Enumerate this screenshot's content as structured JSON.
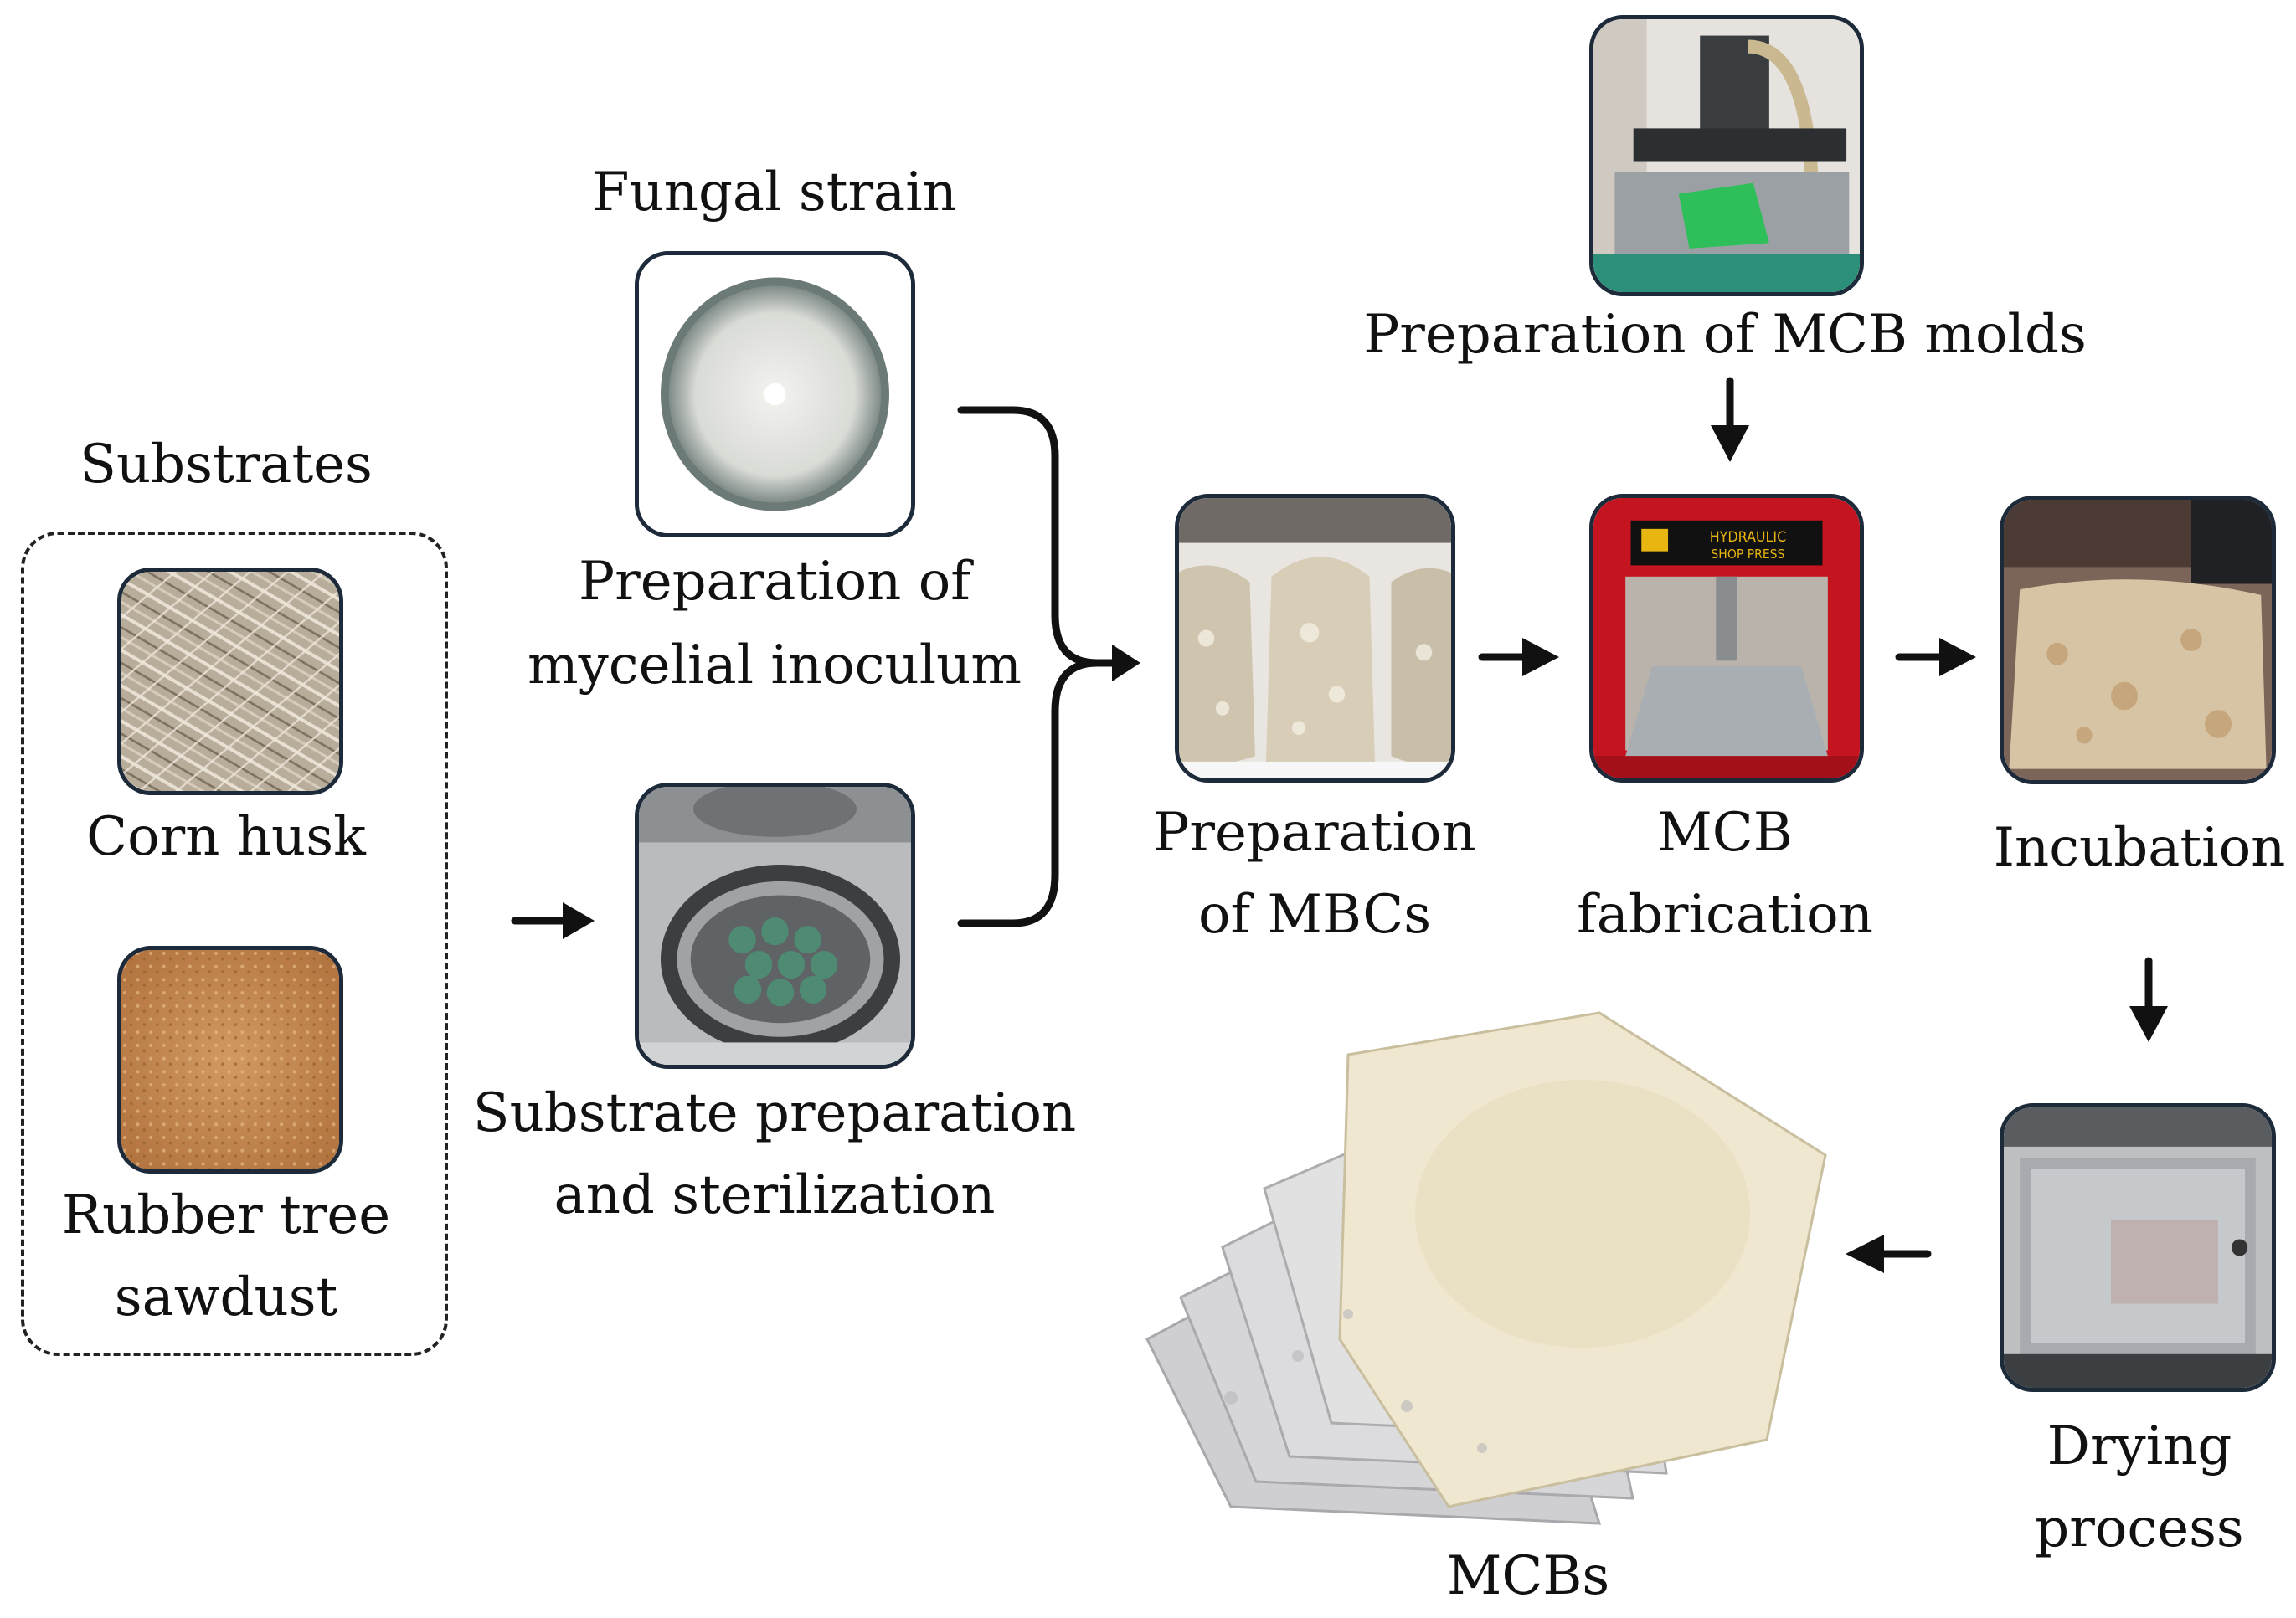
{
  "substrates": {
    "title": "Substrates",
    "corn_husk": "Corn husk",
    "rubber_line1": "Rubber tree",
    "rubber_line2": "sawdust"
  },
  "fungal": {
    "title": "Fungal strain",
    "line1": "Preparation of",
    "line2": "mycelial inoculum"
  },
  "substrate_prep": {
    "line1": "Substrate preparation",
    "line2": "and sterilization"
  },
  "mbcs": {
    "line1": "Preparation",
    "line2": "of MBCs"
  },
  "molds": {
    "label": "Preparation of MCB molds"
  },
  "fabrication": {
    "line1": "MCB",
    "line2": "fabrication"
  },
  "incubation": {
    "label": "Incubation"
  },
  "drying": {
    "line1": "Drying",
    "line2": "process"
  },
  "mcbs": {
    "label": "MCBs"
  },
  "press_sign": {
    "line1": "HYDRAULIC",
    "line2": "SHOP PRESS"
  }
}
